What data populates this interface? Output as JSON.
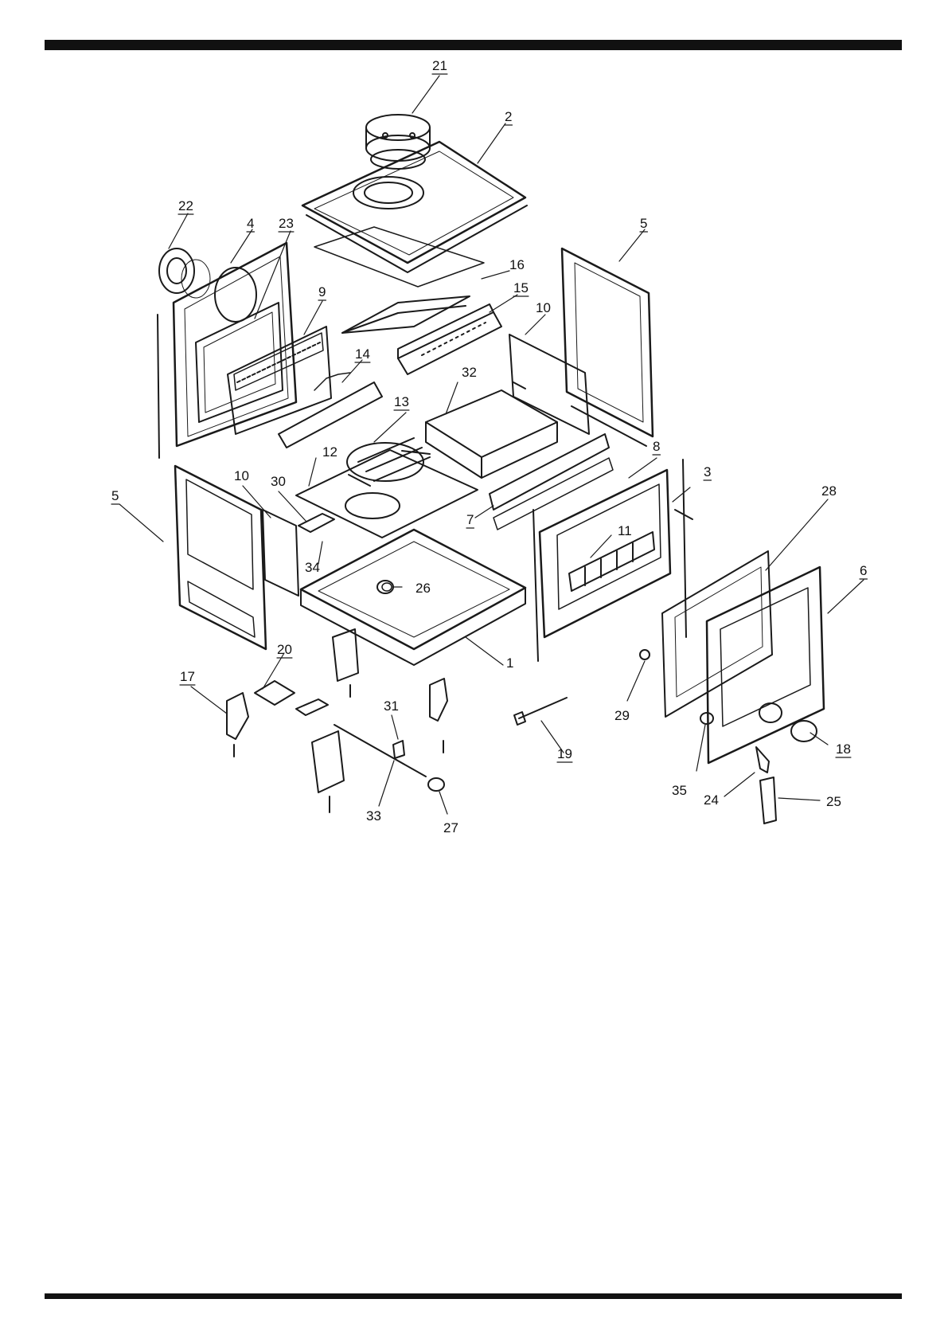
{
  "diagram": {
    "type": "exploded-parts-view",
    "callouts": [
      {
        "id": "21",
        "label": "21",
        "underlined": true
      },
      {
        "id": "2",
        "label": "2",
        "underlined": true
      },
      {
        "id": "22",
        "label": "22",
        "underlined": true
      },
      {
        "id": "4",
        "label": "4",
        "underlined": true
      },
      {
        "id": "23",
        "label": "23",
        "underlined": true
      },
      {
        "id": "5a",
        "label": "5",
        "underlined": true
      },
      {
        "id": "16",
        "label": "16",
        "underlined": false
      },
      {
        "id": "15",
        "label": "15",
        "underlined": true
      },
      {
        "id": "9",
        "label": "9",
        "underlined": true
      },
      {
        "id": "10a",
        "label": "10",
        "underlined": false
      },
      {
        "id": "14",
        "label": "14",
        "underlined": true
      },
      {
        "id": "32",
        "label": "32",
        "underlined": false
      },
      {
        "id": "13",
        "label": "13",
        "underlined": true
      },
      {
        "id": "8",
        "label": "8",
        "underlined": true
      },
      {
        "id": "12",
        "label": "12",
        "underlined": false
      },
      {
        "id": "3",
        "label": "3",
        "underlined": true
      },
      {
        "id": "28",
        "label": "28",
        "underlined": false
      },
      {
        "id": "10b",
        "label": "10",
        "underlined": false
      },
      {
        "id": "30",
        "label": "30",
        "underlined": false
      },
      {
        "id": "5b",
        "label": "5",
        "underlined": true
      },
      {
        "id": "7",
        "label": "7",
        "underlined": true
      },
      {
        "id": "11",
        "label": "11",
        "underlined": false
      },
      {
        "id": "6",
        "label": "6",
        "underlined": true
      },
      {
        "id": "34",
        "label": "34",
        "underlined": false
      },
      {
        "id": "26",
        "label": "26",
        "underlined": false
      },
      {
        "id": "1",
        "label": "1",
        "underlined": false
      },
      {
        "id": "20",
        "label": "20",
        "underlined": true
      },
      {
        "id": "17",
        "label": "17",
        "underlined": true
      },
      {
        "id": "31",
        "label": "31",
        "underlined": false
      },
      {
        "id": "29",
        "label": "29",
        "underlined": false
      },
      {
        "id": "19",
        "label": "19",
        "underlined": true
      },
      {
        "id": "18",
        "label": "18",
        "underlined": true
      },
      {
        "id": "35",
        "label": "35",
        "underlined": false
      },
      {
        "id": "24",
        "label": "24",
        "underlined": false
      },
      {
        "id": "25",
        "label": "25",
        "underlined": false
      },
      {
        "id": "33",
        "label": "33",
        "underlined": false
      },
      {
        "id": "27",
        "label": "27",
        "underlined": false
      }
    ]
  }
}
